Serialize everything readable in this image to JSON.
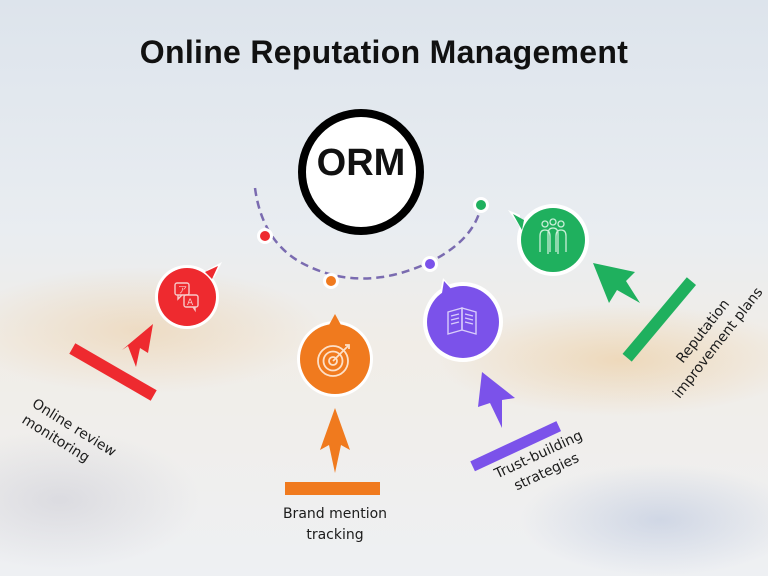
{
  "title": "Online Reputation Management",
  "center": {
    "label": "ORM"
  },
  "colors": {
    "red": "#ee2a2f",
    "orange": "#f07a1e",
    "purple": "#7b52ea",
    "green": "#1fb05e",
    "dash": "#7a6bb0"
  },
  "items": [
    {
      "label_line1": "Online review",
      "label_line2": "monitoring",
      "icon": "translate-icon",
      "color": "#ee2a2f"
    },
    {
      "label_line1": "Brand mention",
      "label_line2": "tracking",
      "icon": "target-icon",
      "color": "#f07a1e"
    },
    {
      "label_line1": "Trust-building",
      "label_line2": "strategies",
      "icon": "book-icon",
      "color": "#7b52ea"
    },
    {
      "label_line1": "Reputation",
      "label_line2": "improvement plans",
      "icon": "team-icon",
      "color": "#1fb05e"
    }
  ]
}
